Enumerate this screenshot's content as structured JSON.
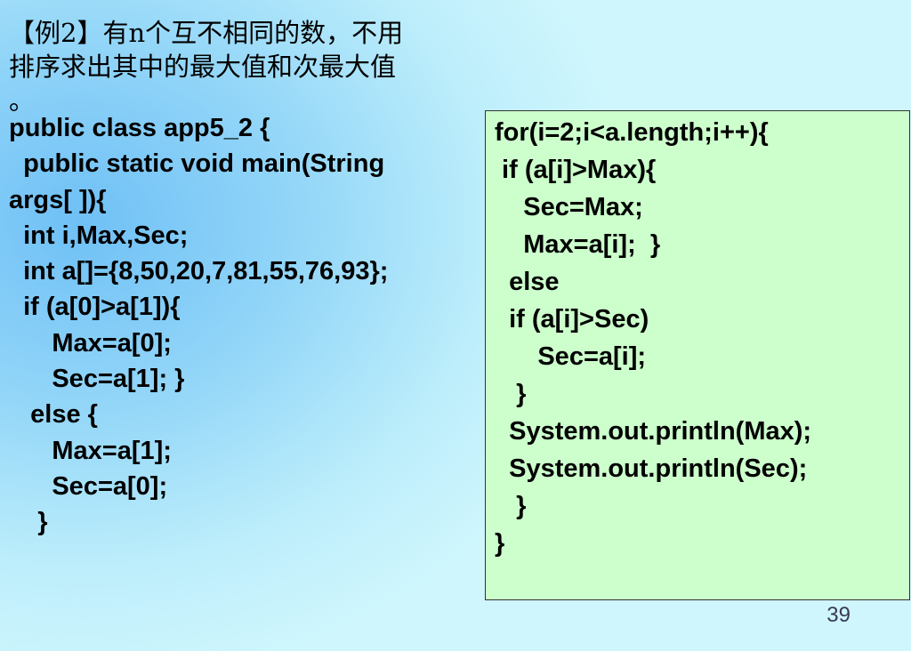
{
  "title_lines": [
    "【例2】有n个互不相同的数，不用",
    "排序求出其中的最大值和次最大值",
    "。"
  ],
  "left_code": [
    "public class app5_2 {",
    "  public static void main(String",
    "args[ ]){",
    "  int i,Max,Sec;",
    "  int a[]={8,50,20,7,81,55,76,93};",
    "  if (a[0]>a[1]){",
    "      Max=a[0];",
    "      Sec=a[1]; }",
    "   else {",
    "      Max=a[1];",
    "      Sec=a[0];",
    "    }"
  ],
  "right_code": [
    "for(i=2;i<a.length;i++){",
    " if (a[i]>Max){",
    "    Sec=Max;",
    "    Max=a[i];  }",
    "  else",
    "  if (a[i]>Sec)",
    "      Sec=a[i];",
    "   }",
    "  System.out.println(Max);",
    "  System.out.println(Sec);",
    "   }",
    "}"
  ],
  "page_number": "39",
  "colors": {
    "background_light": "#cff6fd",
    "background_glow": "#6fc0f6",
    "code_box_fill": "#ccffcc",
    "text": "#000000"
  }
}
